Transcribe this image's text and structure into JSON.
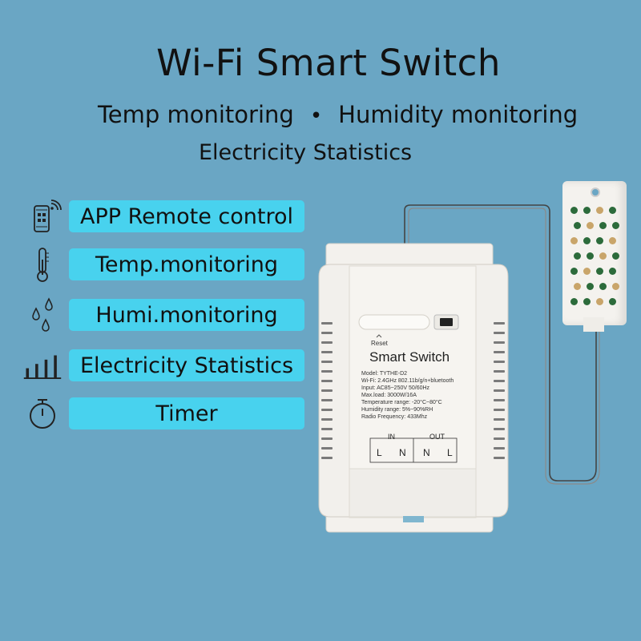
{
  "header": {
    "title": "Wi-Fi Smart Switch",
    "subtitle_left": "Temp monitoring",
    "subtitle_sep": "•",
    "subtitle_right": "Humidity monitoring",
    "subtitle_line2": "Electricity Statistics"
  },
  "features": [
    {
      "label": "APP Remote control",
      "icon": "phone-wifi-icon"
    },
    {
      "label": "Temp.monitoring",
      "icon": "thermometer-icon"
    },
    {
      "label": "Humi.monitoring",
      "icon": "droplets-icon"
    },
    {
      "label": "Electricity Statistics",
      "icon": "bar-chart-icon"
    },
    {
      "label": "Timer",
      "icon": "stopwatch-icon"
    }
  ],
  "device": {
    "brand": "Smart Switch",
    "reset_label": "Reset",
    "specs": [
      "Model: TYTHE-D2",
      "Wi-Fi: 2.4GHz 802.11b/g/n+bluetooth",
      "Input: AC85~250V 50/60Hz",
      "Max.load: 3000W/16A",
      "Temperature range: -20°C~80°C",
      "Humidity range: 5%~90%RH",
      "Radio Frequency: 433Mhz"
    ],
    "terminals": {
      "in_label": "IN",
      "out_label": "OUT",
      "in_pins": [
        "L",
        "N"
      ],
      "out_pins": [
        "N",
        "L"
      ]
    }
  },
  "colors": {
    "background": "#6aa6c4",
    "pill": "#48d2ee",
    "device_body": "#f2f0ec"
  }
}
